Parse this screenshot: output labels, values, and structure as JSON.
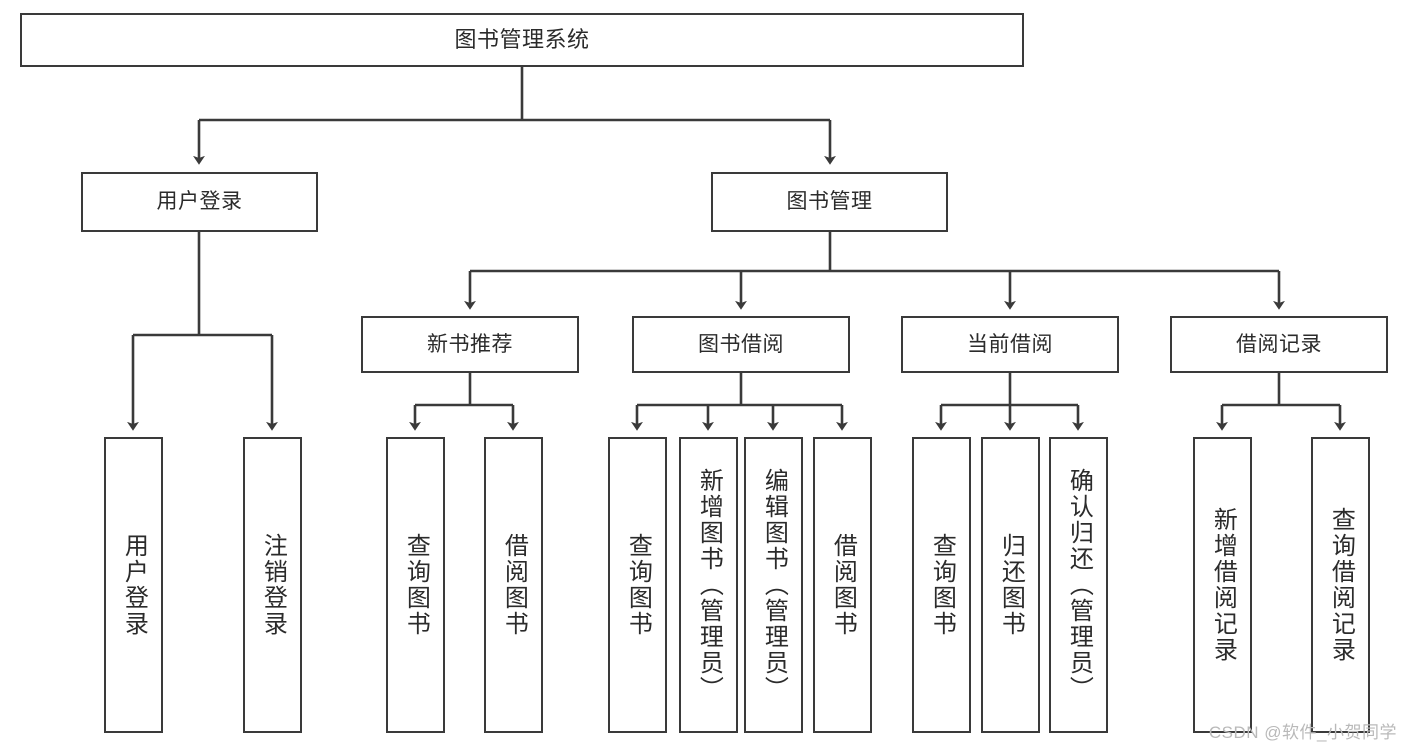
{
  "diagram": {
    "title": "图书管理系统",
    "type": "tree",
    "watermark": "CSDN @软件_小贺同学",
    "colors": {
      "stroke": "#3a3a3a",
      "text": "#2b2b2b",
      "background": "#ffffff",
      "watermark": "#b9b9b9"
    },
    "levels": {
      "root": {
        "label": "图书管理系统"
      },
      "level2": [
        {
          "label": "用户登录"
        },
        {
          "label": "图书管理"
        }
      ],
      "level3": [
        {
          "label": "新书推荐"
        },
        {
          "label": "图书借阅"
        },
        {
          "label": "当前借阅"
        },
        {
          "label": "借阅记录"
        }
      ],
      "leaves": {
        "user_login": [
          {
            "label": "用户登录"
          },
          {
            "label": "注销登录"
          }
        ],
        "new_book": [
          {
            "label": "查询图书"
          },
          {
            "label": "借阅图书"
          }
        ],
        "book_borrow": [
          {
            "label": "查询图书"
          },
          {
            "label": "新增图书（管理员）"
          },
          {
            "label": "编辑图书（管理员）"
          },
          {
            "label": "借阅图书"
          }
        ],
        "current_borrow": [
          {
            "label": "查询图书"
          },
          {
            "label": "归还图书"
          },
          {
            "label": "确认归还（管理员）"
          }
        ],
        "borrow_record": [
          {
            "label": "新增借阅记录"
          },
          {
            "label": "查询借阅记录"
          }
        ]
      }
    }
  }
}
